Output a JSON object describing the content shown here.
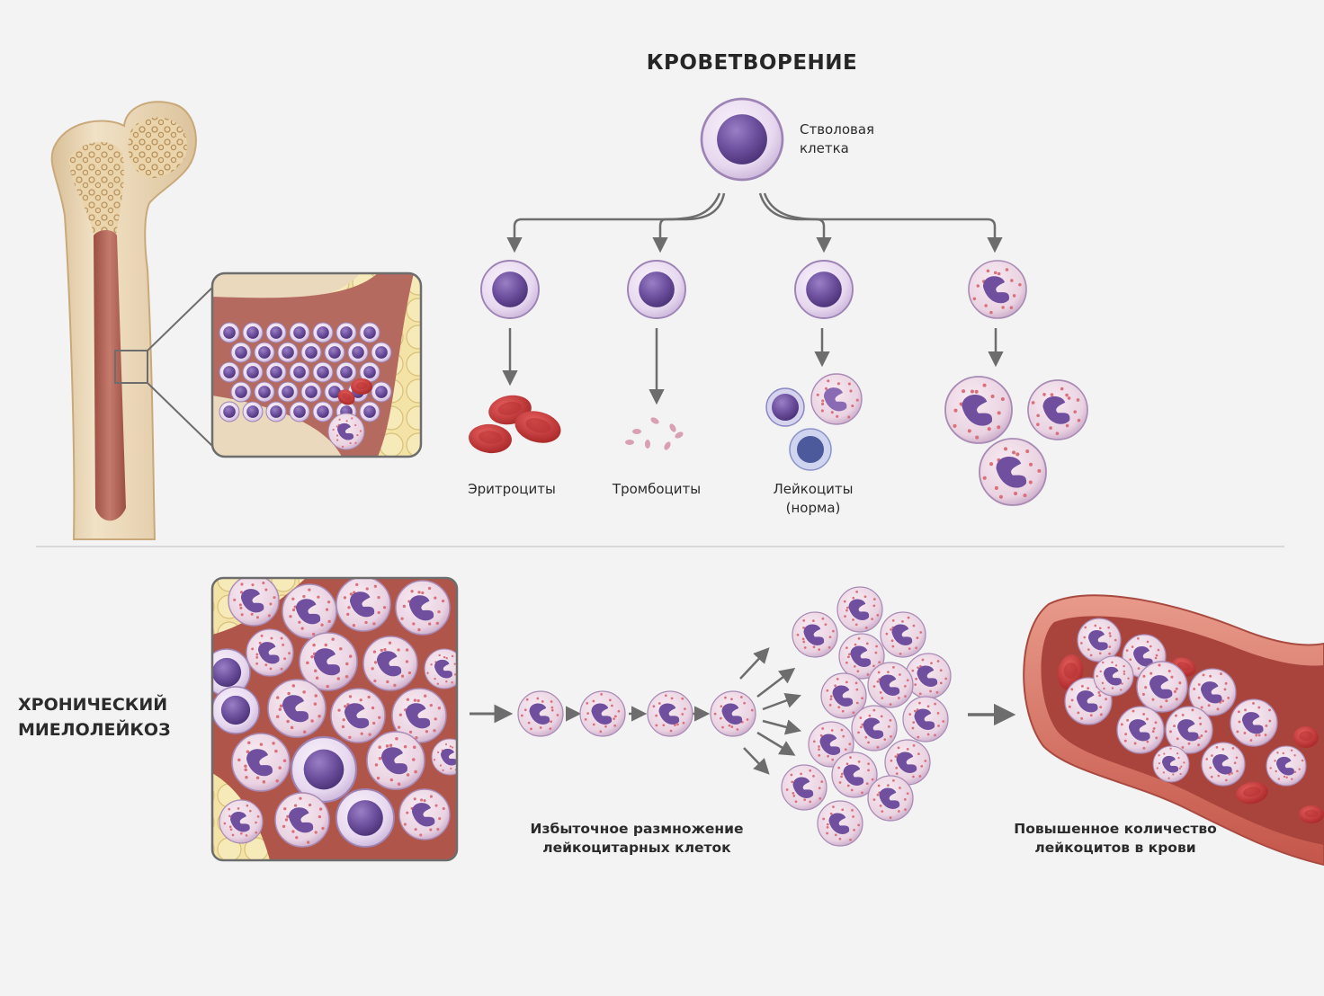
{
  "title": "КРОВЕТВОРЕНИЕ",
  "stem_cell": [
    "Стволовая",
    "клетка"
  ],
  "branches": {
    "erythrocytes": "Эритроциты",
    "platelets": "Тромбоциты",
    "leukocytes": [
      "Лейкоциты",
      "(норма)"
    ]
  },
  "disease": [
    "ХРОНИЧЕСКИЙ",
    "МИЕЛОЛЕЙКОЗ"
  ],
  "proliferation": [
    "Избыточное размножение",
    "лейкоцитарных клеток"
  ],
  "blood": [
    "Повышенное количество",
    "лейкоцитов в крови"
  ],
  "colors": {
    "background": "#f3f3f4",
    "cell_membrane": "#e9dcef",
    "nucleus": "#6b4e9c",
    "granule": "#d9707a",
    "erythrocyte": "#cc3a3a",
    "bone": "#ead9bc",
    "marrow": "#b56a5f",
    "fat": "#f1e1a0",
    "vessel": "#d97a6c",
    "arrow": "#6d6d6d"
  }
}
